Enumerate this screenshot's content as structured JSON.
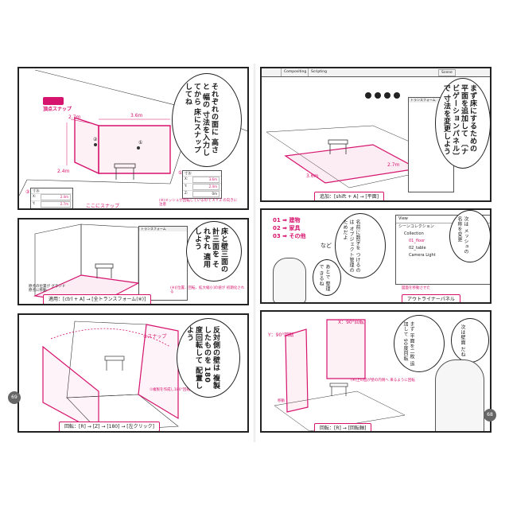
{
  "left_page": {
    "page_number": "69",
    "top_panel": {
      "snap_icon_label": "頂点スナップ",
      "dim_width": "3.6m",
      "dim_depth": "2.7m",
      "dim_height": "2.4m",
      "marker_1": "①",
      "marker_2": "②",
      "marker_3": "③",
      "snap_here": "ここにスナップ",
      "speech": "それぞれの面に 高さと 幅の 寸法を入力してから 床にスナップしてね",
      "note": "(※)メッシュが回転しているので X Y Z の向きに注意",
      "dims_a": {
        "title": "寸法:",
        "rows": [
          {
            "axis": "X:",
            "value": "3.6m"
          },
          {
            "axis": "Y:",
            "value": "2.4m"
          },
          {
            "axis": "Z:",
            "value": "0m"
          }
        ]
      },
      "dims_b": {
        "title": "寸法:",
        "rows": [
          {
            "axis": "X:",
            "value": "2.4m"
          },
          {
            "axis": "Y:",
            "value": "2.7m"
          },
          {
            "axis": "Z:",
            "value": "0m"
          }
        ]
      }
    },
    "middle_panel": {
      "speech": "床と壁三面の 計三面を それぞれ 適用しよう",
      "origin_note": "原点の位置が グランド原点に移動",
      "transform_title": "トランスフォーム",
      "applied_note": "(※)[位置、回転、拡大縮小]の値が 初期化される",
      "caption": "適用：[ctrl + A] → [全トランスフォーム(※)]"
    },
    "bottom_panel": {
      "snap_label": "②スナップ",
      "rotate_note": "①複製を作成し180°回転",
      "speech": "反対側の壁は 複製したものを 180度回転して 配置しよう",
      "caption": "回転：[R] → [Z] → [180] → [左クリック]"
    }
  },
  "right_page": {
    "page_number": "68",
    "top_panel": {
      "tabs": [
        "Compositing",
        "Scripting"
      ],
      "scene_label": "Scene",
      "transform_title": "トランスフォーム",
      "dim_width": "3.6m",
      "dim_depth": "2.7m",
      "speech": "まず床にするための 平面を追加して 〔ナビゲーションパネル〕で 寸法を変更しよう",
      "caption": "追加：[shift + A] → [平面]"
    },
    "middle_panel": {
      "list": [
        {
          "num": "01",
          "label": "建物"
        },
        {
          "num": "02",
          "label": "家具"
        },
        {
          "num": "03",
          "label": "その他"
        }
      ],
      "list_suffix": "など",
      "speech_a": "次は メッシュの 名称を変更",
      "speech_b": "名前に数字を つけるのは オブジェクト管理の ためだよ",
      "speech_c": "あとで 整理で きるね",
      "view_label": "View",
      "outliner_title": "シーンコレクション",
      "outliner_items": [
        "Collection",
        "01_floor",
        "02_table",
        "Camera Light"
      ],
      "move_note": "図面を移動させた",
      "caption": "アウトライナーパネル"
    },
    "bottom_panel": {
      "rot_x": "X：90°回転",
      "rot_y": "Y：90°回転",
      "speech_a": "まず 平面を二枚 追加して 90度回転",
      "speech_b": "次は壁面 だね",
      "note": "(※)上の面が壁の内側へ 来るように回転",
      "move_label": "移動",
      "caption": "回転：[R] → [回転軸]"
    }
  },
  "colors": {
    "accent": "#d6136d",
    "ink": "#1a1a1a",
    "page_num_bg": "#666666"
  }
}
